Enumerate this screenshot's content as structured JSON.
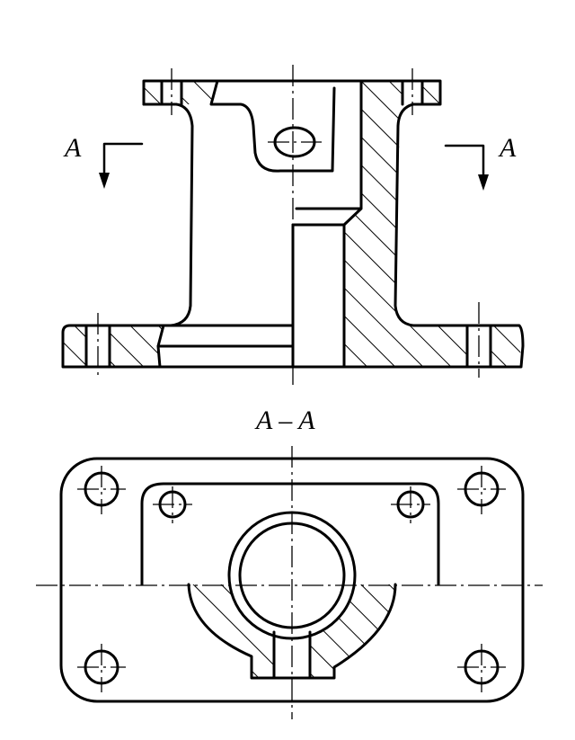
{
  "labels": {
    "section_left": "A",
    "section_right": "A",
    "section_title": "A – A"
  }
}
